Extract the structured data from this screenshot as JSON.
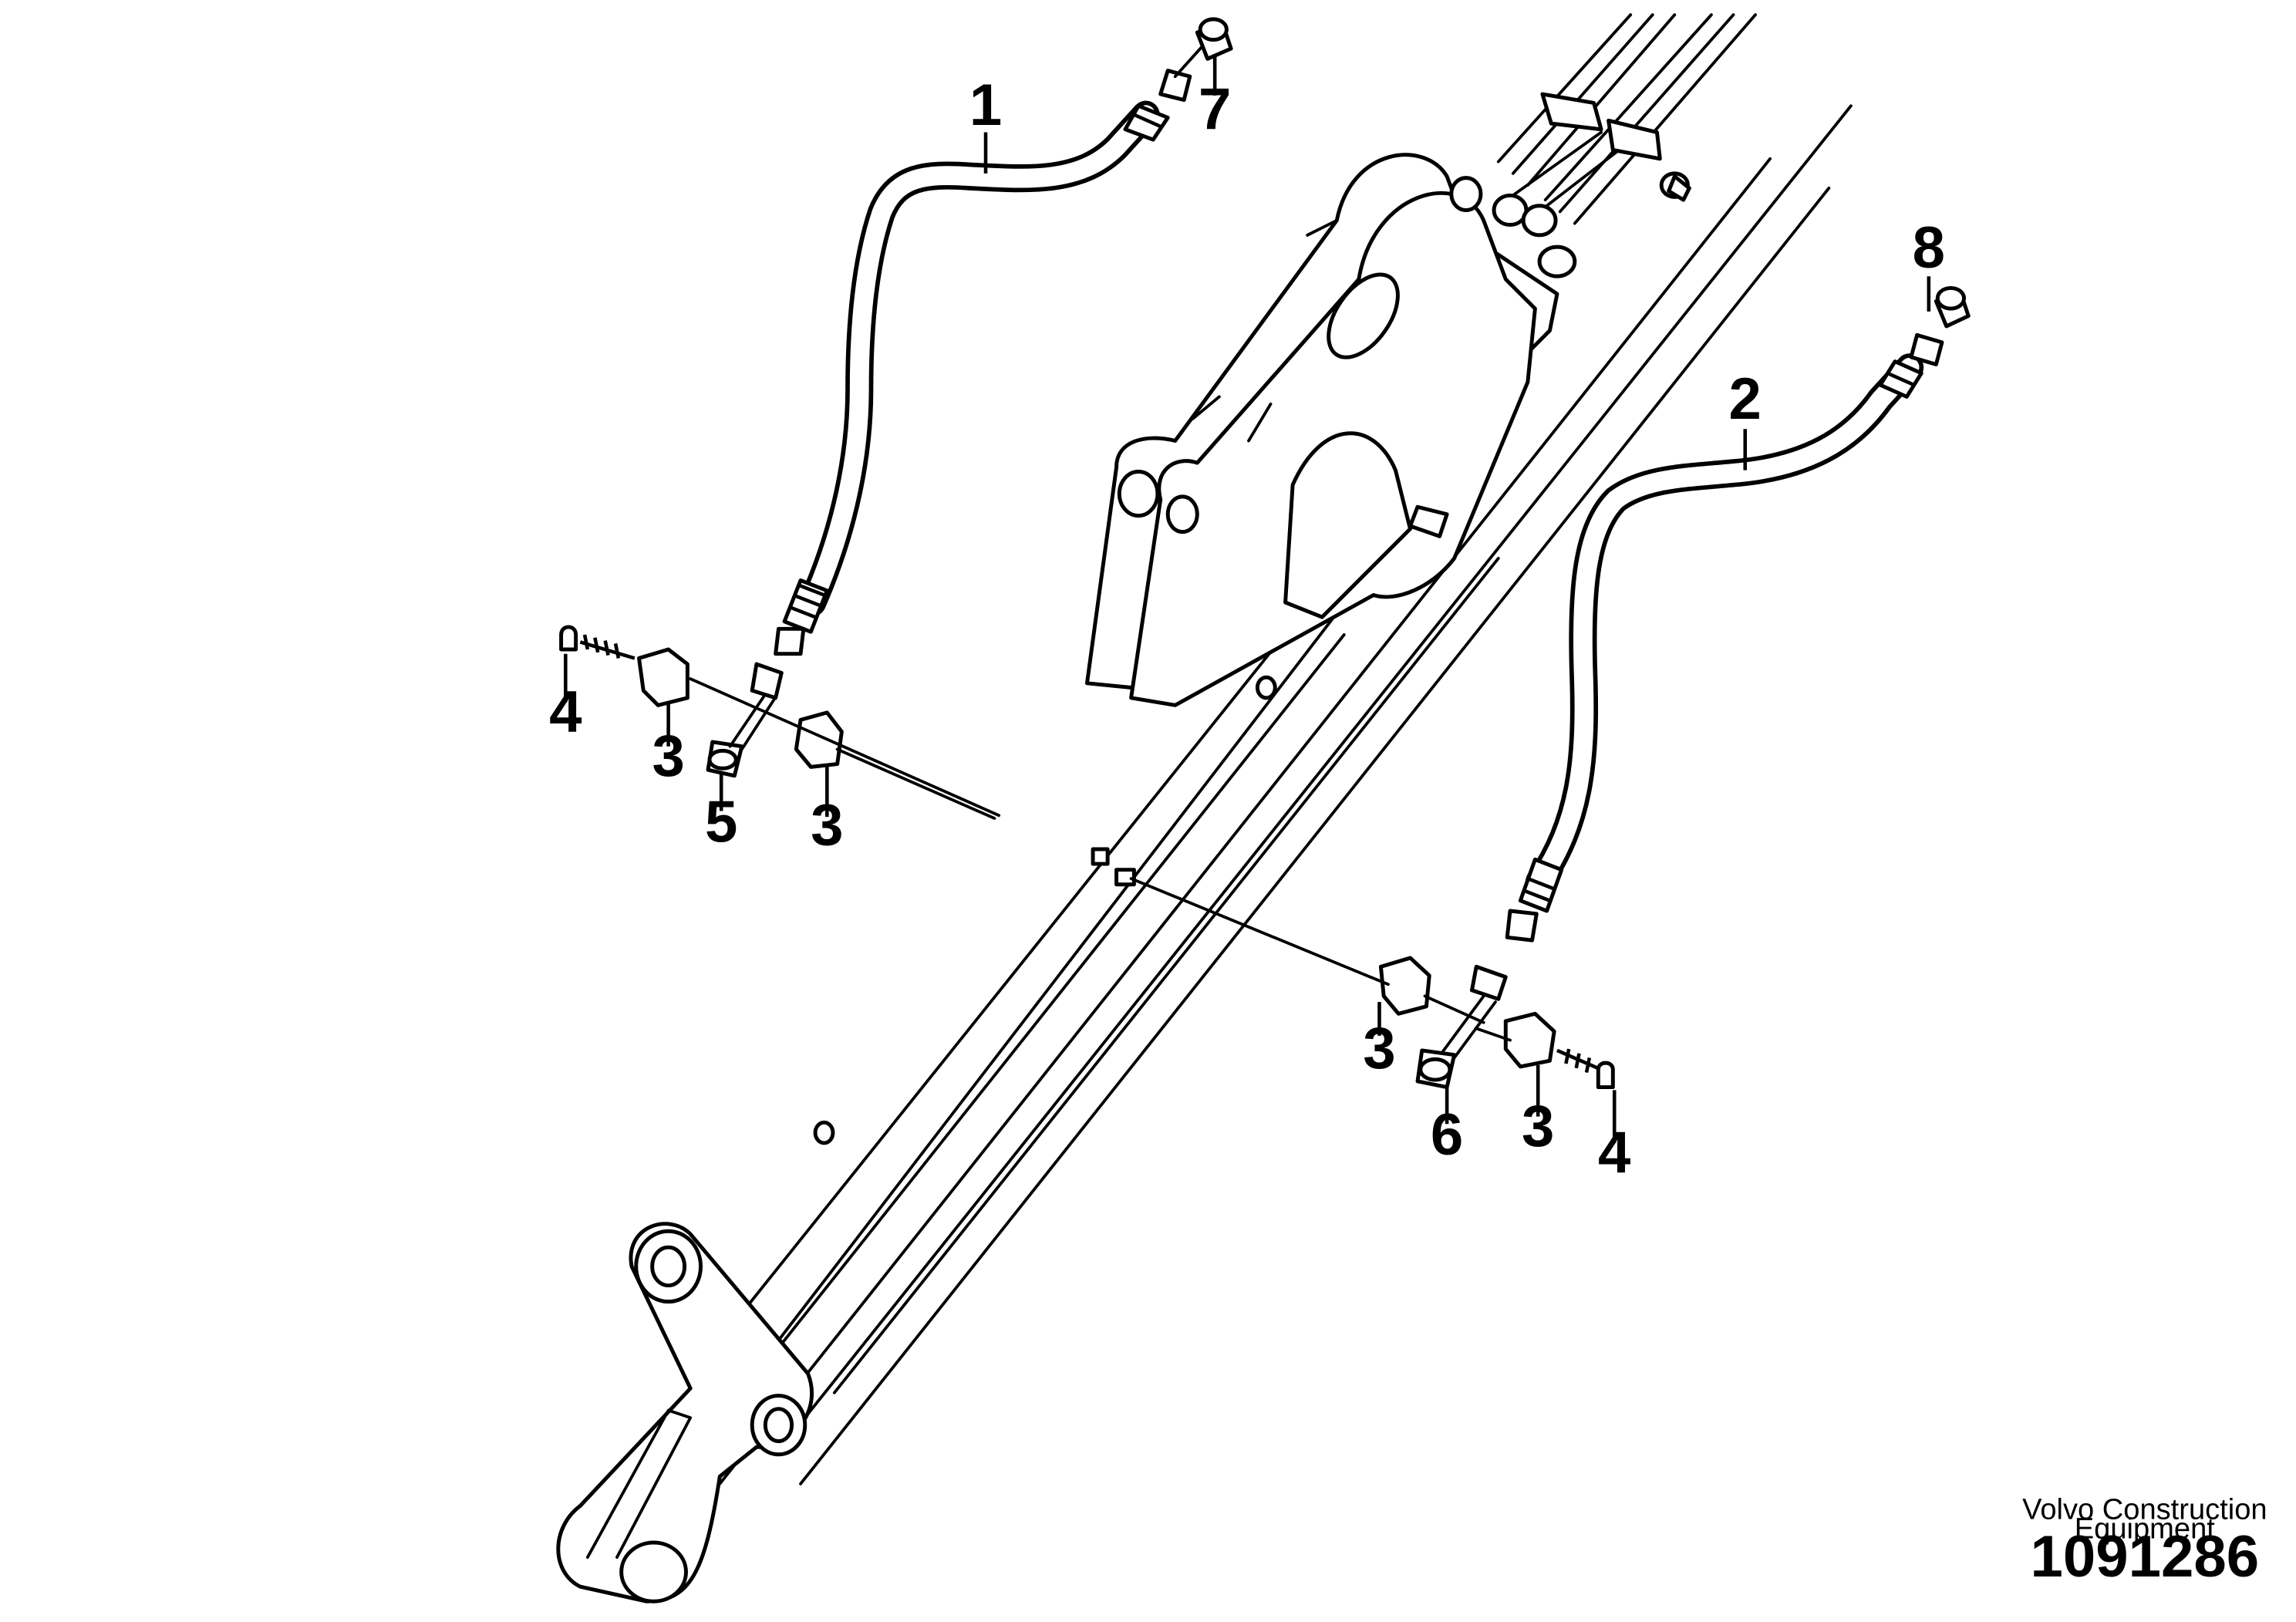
{
  "diagram": {
    "callouts": [
      {
        "id": "c1",
        "label": "1"
      },
      {
        "id": "c2",
        "label": "2"
      },
      {
        "id": "c3a",
        "label": "3"
      },
      {
        "id": "c3b",
        "label": "3"
      },
      {
        "id": "c3c",
        "label": "3"
      },
      {
        "id": "c3d",
        "label": "3"
      },
      {
        "id": "c4a",
        "label": "4"
      },
      {
        "id": "c4b",
        "label": "4"
      },
      {
        "id": "c5",
        "label": "5"
      },
      {
        "id": "c6",
        "label": "6"
      },
      {
        "id": "c7",
        "label": "7"
      },
      {
        "id": "c8",
        "label": "8"
      }
    ],
    "manufacturer_line1": "Volvo Construction",
    "manufacturer_line2": "Equipment",
    "drawing_number": "1091286"
  }
}
